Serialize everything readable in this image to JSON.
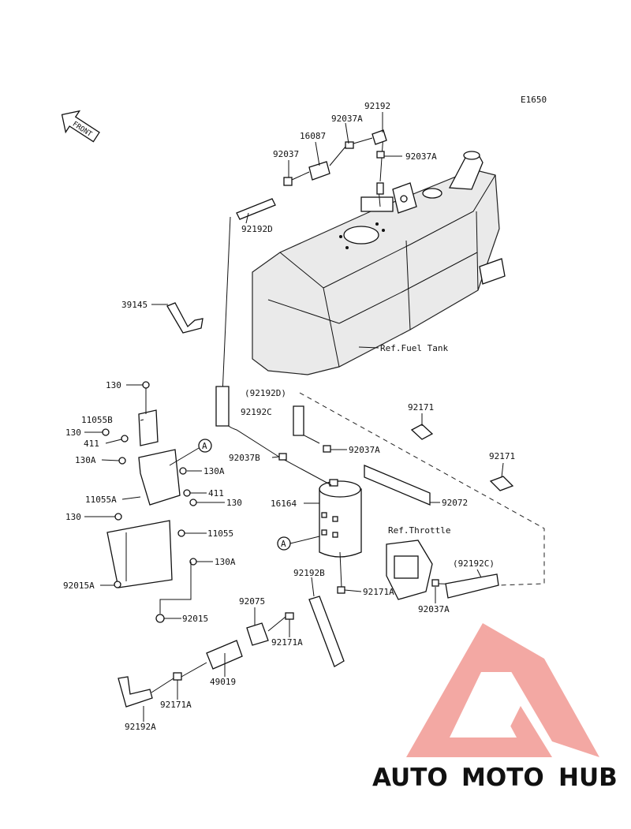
{
  "diagram_code": "E1650",
  "front_label": "FRONT",
  "refs": {
    "fuel_tank": "Ref.Fuel Tank",
    "throttle": "Ref.Throttle"
  },
  "callouts": {
    "a": "A"
  },
  "parts": {
    "p92192_top": "92192",
    "p92037A_1": "92037A",
    "p16087": "16087",
    "p92037_1": "92037",
    "p92037A_2": "92037A",
    "p92192D": "92192D",
    "p39145": "39145",
    "p130_1": "130",
    "p11055B": "11055B",
    "p130_2": "130",
    "p411_1": "411",
    "p130A_1": "130A",
    "p130A_2": "130A",
    "p11055A": "11055A",
    "p411_2": "411",
    "p130_3": "130",
    "p130_4": "130",
    "p11055": "11055",
    "p130A_3": "130A",
    "p92015A": "92015A",
    "p92015": "92015",
    "p92192D_paren": "(92192D)",
    "p92192C": "92192C",
    "p92037B": "92037B",
    "p92037A_3": "92037A",
    "p16164": "16164",
    "p92072": "92072",
    "p92171_1": "92171",
    "p92171_2": "92171",
    "p92192C_paren": "(92192C)",
    "p92037A_4": "92037A",
    "p92192B": "92192B",
    "p92171A_1": "92171A",
    "p92075": "92075",
    "p92171A_2": "92171A",
    "p49019": "49019",
    "p92171A_3": "92171A",
    "p92192A": "92192A"
  },
  "watermark": {
    "part1": "AUTO",
    "part2": "MOTO",
    "part3": "HUB",
    "colors": {
      "auto": "#f6b98c",
      "moto": "#ef8f86",
      "hub": "#8a8a8a",
      "logo": "#f19a93"
    }
  }
}
